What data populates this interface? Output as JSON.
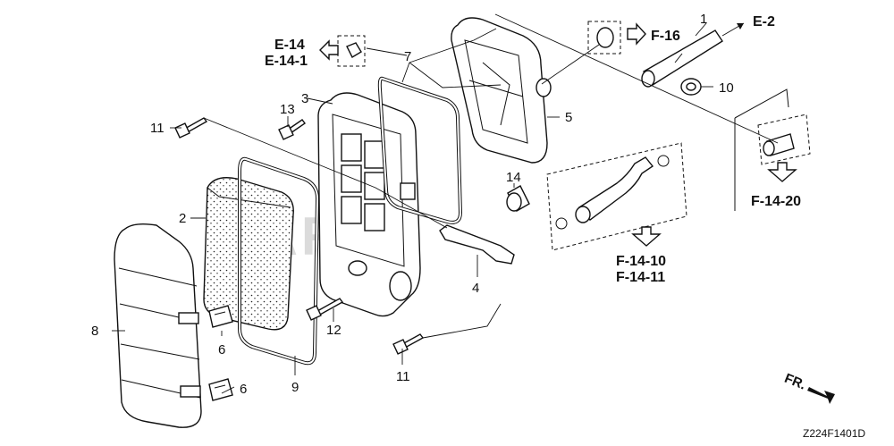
{
  "diagram": {
    "part_labels": [
      "1",
      "2",
      "3",
      "4",
      "5",
      "6",
      "6",
      "7",
      "8",
      "9",
      "10",
      "11",
      "11",
      "12",
      "13",
      "14"
    ],
    "refs": {
      "e14": "E-14",
      "e14_1": "E-14-1",
      "f16": "F-16",
      "e2": "E-2",
      "f14_20": "F-14-20",
      "f14_10": "F-14-10",
      "f14_11": "F-14-11"
    },
    "fr_label": "FR.",
    "drawing_code": "Z224F1401D"
  }
}
